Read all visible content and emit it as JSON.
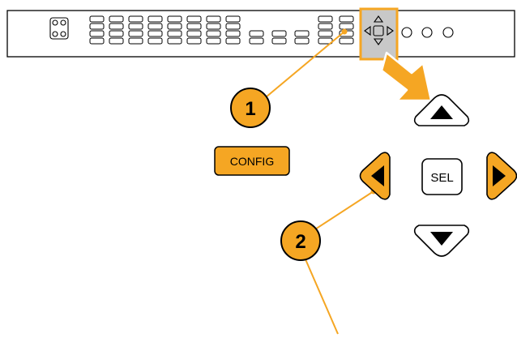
{
  "callouts": [
    {
      "number": "1"
    },
    {
      "number": "2"
    }
  ],
  "buttons": {
    "config": "CONFIG",
    "sel": "SEL"
  },
  "colors": {
    "accent_orange": "#F5A623",
    "highlight_gray": "#C8C8C8",
    "outline": "#000000"
  },
  "icons": [
    "front-panel-icon",
    "callout-arrow-icon",
    "up-arrow-icon",
    "down-arrow-icon",
    "left-arrow-icon",
    "right-arrow-icon"
  ]
}
